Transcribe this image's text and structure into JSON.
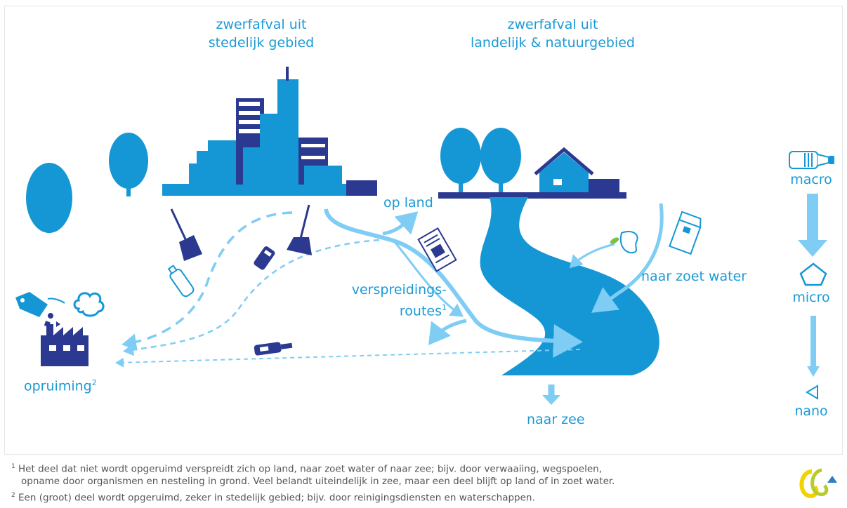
{
  "labels": {
    "urban_line1": "zwerfafval uit",
    "urban_line2": "stedelijk gebied",
    "rural_line1": "zwerfafval uit",
    "rural_line2": "landelijk & natuurgebied",
    "on_land": "op land",
    "spread_line1": "verspreidings-",
    "spread_line2": "routes",
    "spread_sup": "1",
    "cleanup": "opruiming",
    "cleanup_sup": "2",
    "to_fresh_water": "naar zoet water",
    "to_sea": "naar zee"
  },
  "size_scale": {
    "macro": "macro",
    "micro": "micro",
    "nano": "nano"
  },
  "footnotes": {
    "fn1_num": "1",
    "fn1_line1": "Het deel dat niet wordt opgeruimd verspreidt zich op land, naar zoet water of naar zee; bijv. door verwaaiing, wegspoelen,",
    "fn1_line2": "opname door organismen en nesteling in grond. Veel belandt uiteindelijk in zee, maar een deel blijft op land of in zoet water.",
    "fn2_num": "2",
    "fn2_text": "Een (groot) deel wordt opgeruimd, zeker in stedelijk gebied; bijv. door reinigingsdiensten en waterschappen."
  },
  "colors": {
    "text_blue": "#1b9ad6",
    "light_blue": "#7fcdf4",
    "mid_blue": "#1597d5",
    "dark_navy": "#2b3990",
    "logo_yellow": "#f3d200",
    "logo_green": "#b6cc2a"
  }
}
